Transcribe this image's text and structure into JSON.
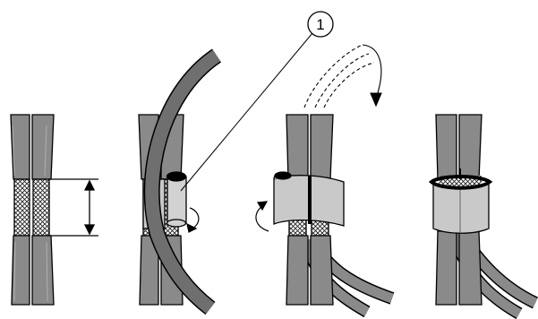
{
  "callout": {
    "label": "1"
  },
  "colors": {
    "cable": "#8a8a8a",
    "shield": "#d2d2d2",
    "sleeve": "#c9c9c9",
    "heavy_cable": "#6f6f6f",
    "outline": "#000000",
    "background": "#ffffff"
  },
  "steps": [
    {
      "id": "step-1-exposed-shield",
      "icons": [
        "cable-pair",
        "dimension-arrow"
      ]
    },
    {
      "id": "step-2-sleeve-positioned",
      "icons": [
        "cable-pair",
        "heavy-cable",
        "shield-sleeve",
        "rotate-arrow"
      ]
    },
    {
      "id": "step-3-sleeve-wrapped",
      "icons": [
        "cable-pair",
        "wire-pair",
        "shield-sleeve",
        "rotate-arrow",
        "dashed-motion-arrow"
      ]
    },
    {
      "id": "step-4-sleeve-finished",
      "icons": [
        "cable-pair",
        "wire-pair",
        "shield-sleeve",
        "clamp-band"
      ]
    }
  ]
}
